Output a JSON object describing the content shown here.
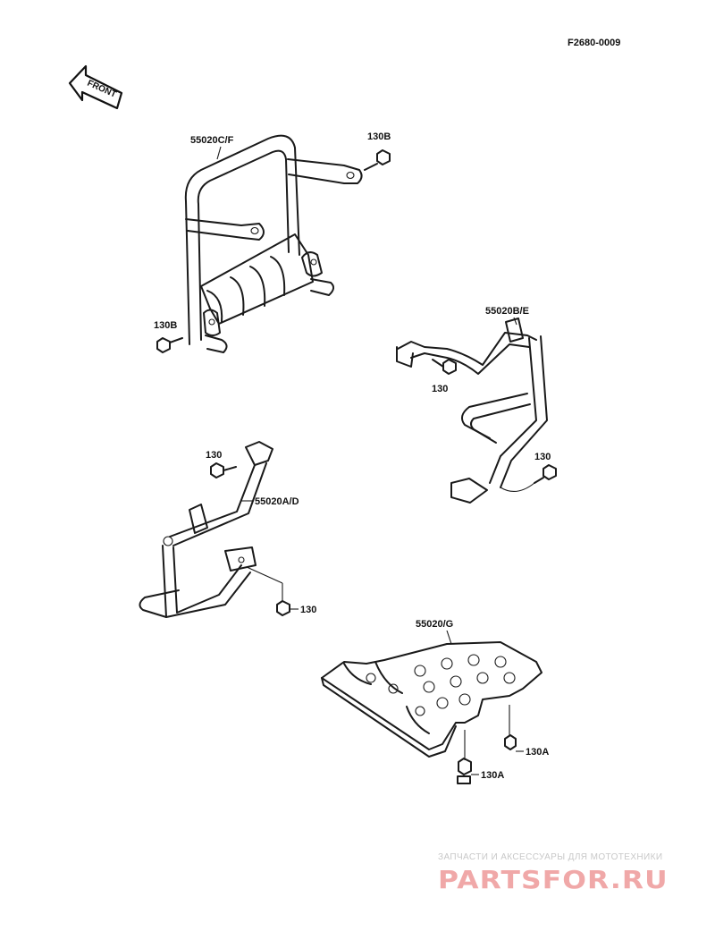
{
  "figure_code": "F2680-0009",
  "front_arrow": "FRONT",
  "parts": {
    "guard_front": "55020C/F",
    "guard_right": "55020B/E",
    "guard_left": "55020A/D",
    "skid_plate": "55020/G"
  },
  "bolts": {
    "b1": "130B",
    "b2": "130B",
    "b3": "130",
    "b4": "130",
    "b5": "130",
    "b6": "130",
    "b7": "130A",
    "b8": "130A"
  },
  "watermark": {
    "tagline": "ЗАПЧАСТИ И АКСЕССУАРЫ ДЛЯ МОТОТЕХНИКИ",
    "logo": "PARTSFOR.RU"
  }
}
